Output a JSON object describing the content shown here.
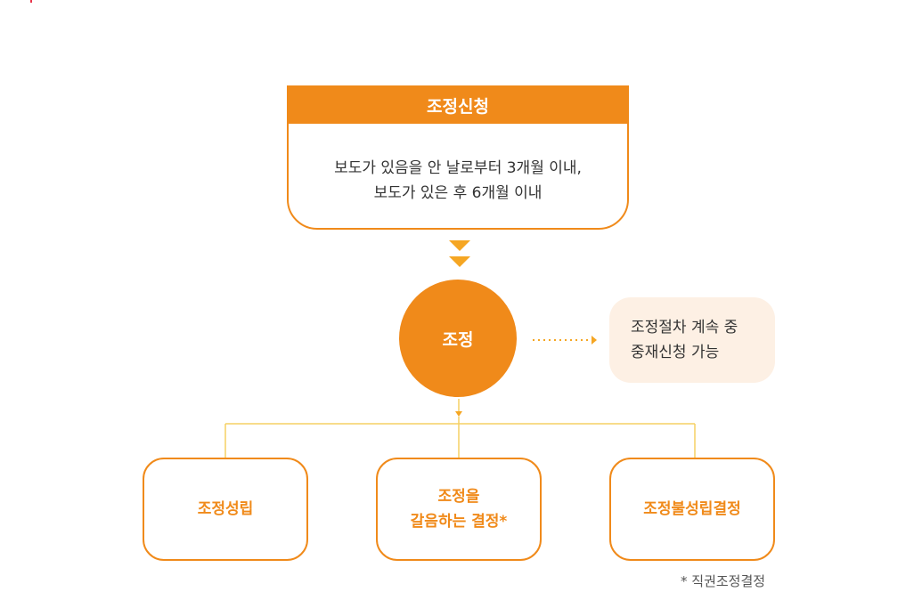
{
  "request": {
    "title": "조정신청",
    "line1": "보도가 있음을 안 날로부터 3개월 이내,",
    "line2": "보도가 있은 후 6개월 이내"
  },
  "mediation": {
    "label": "조정"
  },
  "note": {
    "line1": "조정절차 계속 중",
    "line2": "중재신청 가능"
  },
  "outcomes": {
    "left": "조정성립",
    "middle_line1": "조정을",
    "middle_line2": "갈음하는 결정*",
    "right": "조정불성립결정"
  },
  "footnote": "* 직권조정결정",
  "colors": {
    "accent": "#f08a1a",
    "arrow": "#f5a623",
    "connector": "#f5d063",
    "note_bg": "#fdf0e4"
  }
}
